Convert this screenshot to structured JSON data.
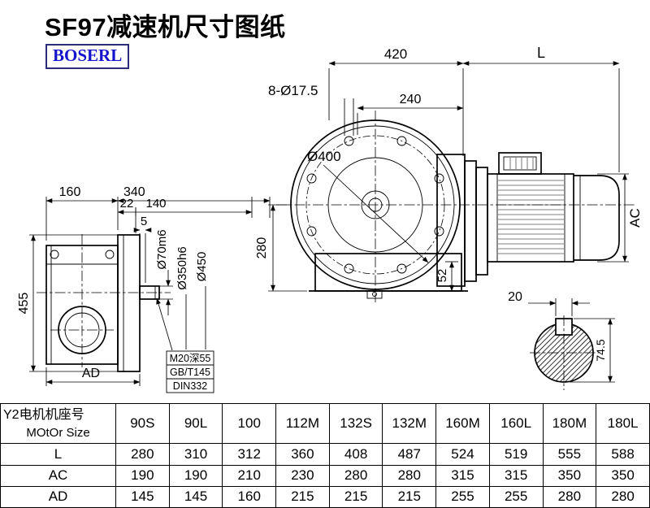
{
  "title": "SF97减速机尺寸图纸",
  "logo": "BOSERL",
  "colors": {
    "line": "#000000",
    "background": "#ffffff",
    "logo_text": "#1414cc",
    "logo_border": "#2b2b78"
  },
  "drawing": {
    "d420": "420",
    "dL": "L",
    "holes": "8-Ø17.5",
    "d240": "240",
    "d400": "Ø400",
    "d280": "280",
    "d52": "52",
    "dAC": "AC",
    "d160": "160",
    "d340": "340",
    "d22": "22",
    "d140": "140",
    "d5": "5",
    "d455": "455",
    "dAD": "AD",
    "d70": "Ø70m6",
    "d350": "Ø350h6",
    "d450": "Ø450",
    "m20_1": "M20深55",
    "m20_2": "GB/T145",
    "m20_3": "DIN332",
    "d20": "20",
    "d745": "74.5"
  },
  "table": {
    "header_col_line1": "Y2电机机座号",
    "header_col_line2": "MOtOr Size",
    "frame_sizes": [
      "90S",
      "90L",
      "100",
      "112M",
      "132S",
      "132M",
      "160M",
      "160L",
      "180M",
      "180L"
    ],
    "rows": [
      {
        "label": "L",
        "values": [
          "280",
          "310",
          "312",
          "360",
          "408",
          "487",
          "524",
          "519",
          "555",
          "588"
        ]
      },
      {
        "label": "AC",
        "values": [
          "190",
          "190",
          "210",
          "230",
          "280",
          "280",
          "315",
          "315",
          "350",
          "350"
        ]
      },
      {
        "label": "AD",
        "values": [
          "145",
          "145",
          "160",
          "215",
          "215",
          "215",
          "255",
          "255",
          "280",
          "280"
        ]
      }
    ]
  }
}
